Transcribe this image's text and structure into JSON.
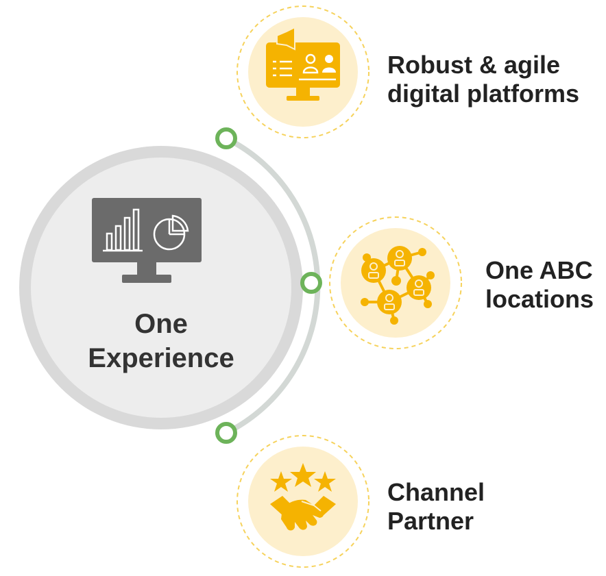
{
  "colors": {
    "outer_ring": "#d9d9d9",
    "inner_disc": "#ededed",
    "monitor": "#6b6b6b",
    "arc": "#d3d8d5",
    "node": "#6db35a",
    "feature_bg": "#fdefcc",
    "feature_dash": "#f6d25b",
    "icon": "#f5b301",
    "text": "#222222"
  },
  "center": {
    "icon": "monitor-chart-icon",
    "line1": "One",
    "line2": "Experience"
  },
  "features": [
    {
      "icon": "digital-platform-icon",
      "line1": "Robust & agile",
      "line2": "digital platforms"
    },
    {
      "icon": "network-people-icon",
      "line1": "One ABC",
      "line2": "locations"
    },
    {
      "icon": "handshake-stars-icon",
      "line1": "Channel",
      "line2": "Partner"
    }
  ]
}
